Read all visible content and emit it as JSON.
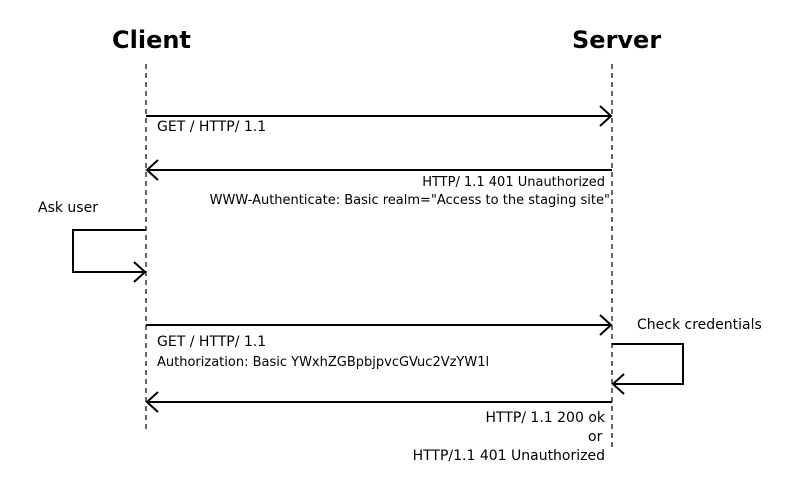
{
  "participants": {
    "client": "Client",
    "server": "Server"
  },
  "messages": {
    "request1": "GET / HTTP/ 1.1",
    "response1_status": "HTTP/ 1.1 401 Unauthorized",
    "response1_header": "WWW-Authenticate: Basic realm=\"Access to the staging site\"",
    "request2": "GET / HTTP/ 1.1",
    "request2_header": "Authorization: Basic YWxhZGBpbjpvcGVuc2VzYW1l",
    "response2_ok": "HTTP/ 1.1   200 ok",
    "response2_or": "or",
    "response2_fail": "HTTP/1.1   401 Unauthorized"
  },
  "self_actions": {
    "ask_user": "Ask user",
    "check_credentials": "Check credentials"
  },
  "colors": {
    "line": "#000000",
    "background": "#ffffff"
  }
}
